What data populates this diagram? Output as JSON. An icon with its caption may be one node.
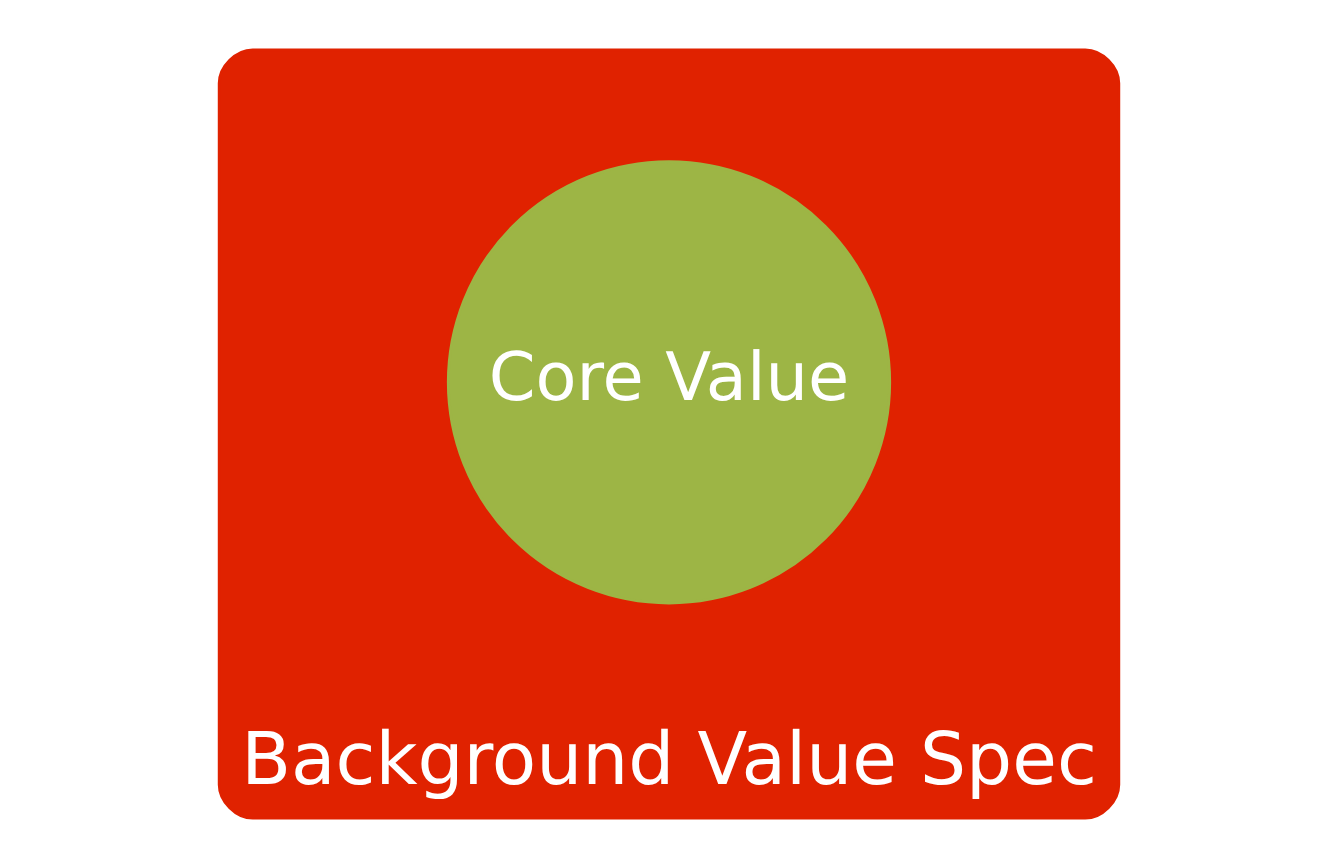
{
  "diagram": {
    "nodes": [
      {
        "text": [
          "Background Value Spec"
        ]
      },
      {
        "text": [
          "Core Value"
        ],
        "in": 0
      }
    ]
  }
}
